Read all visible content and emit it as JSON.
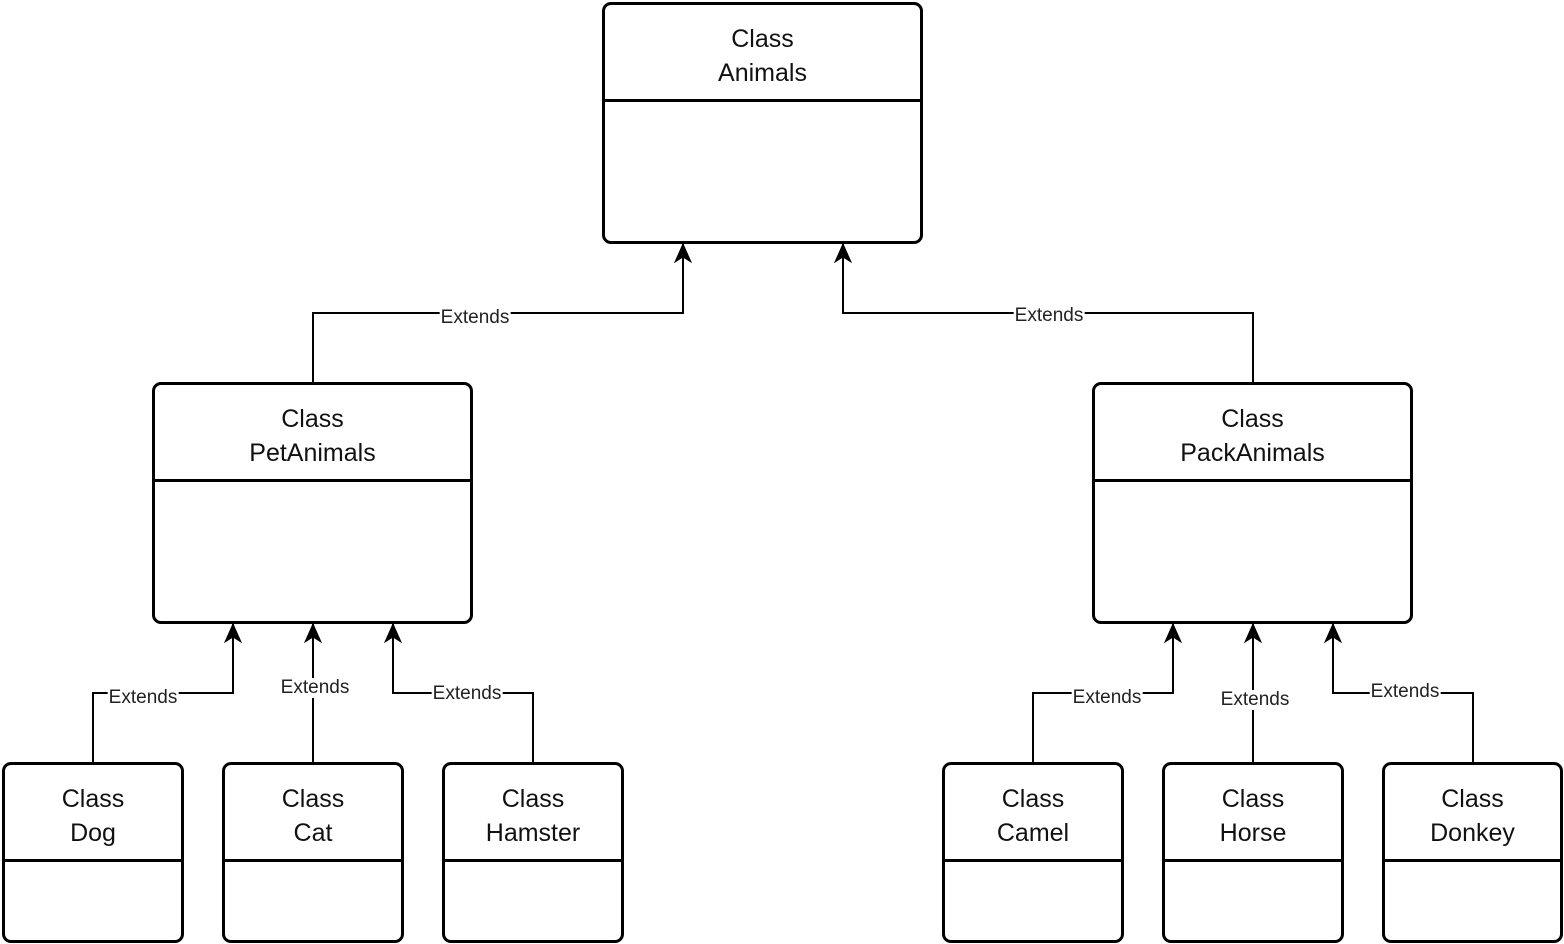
{
  "classes": {
    "animals": {
      "keyword": "Class",
      "name": "Animals"
    },
    "petanimals": {
      "keyword": "Class",
      "name": "PetAnimals"
    },
    "packanimals": {
      "keyword": "Class",
      "name": "PackAnimals"
    },
    "dog": {
      "keyword": "Class",
      "name": "Dog"
    },
    "cat": {
      "keyword": "Class",
      "name": "Cat"
    },
    "hamster": {
      "keyword": "Class",
      "name": "Hamster"
    },
    "camel": {
      "keyword": "Class",
      "name": "Camel"
    },
    "horse": {
      "keyword": "Class",
      "name": "Horse"
    },
    "donkey": {
      "keyword": "Class",
      "name": "Donkey"
    }
  },
  "edges": {
    "petanimals_animals": {
      "label": "Extends"
    },
    "packanimals_animals": {
      "label": "Extends"
    },
    "dog_petanimals": {
      "label": "Extends"
    },
    "cat_petanimals": {
      "label": "Extends"
    },
    "hamster_petanimals": {
      "label": "Extends"
    },
    "camel_packanimals": {
      "label": "Extends"
    },
    "horse_packanimals": {
      "label": "Extends"
    },
    "donkey_packanimals": {
      "label": "Extends"
    }
  },
  "colors": {
    "stroke": "#000000",
    "background": "#ffffff"
  }
}
